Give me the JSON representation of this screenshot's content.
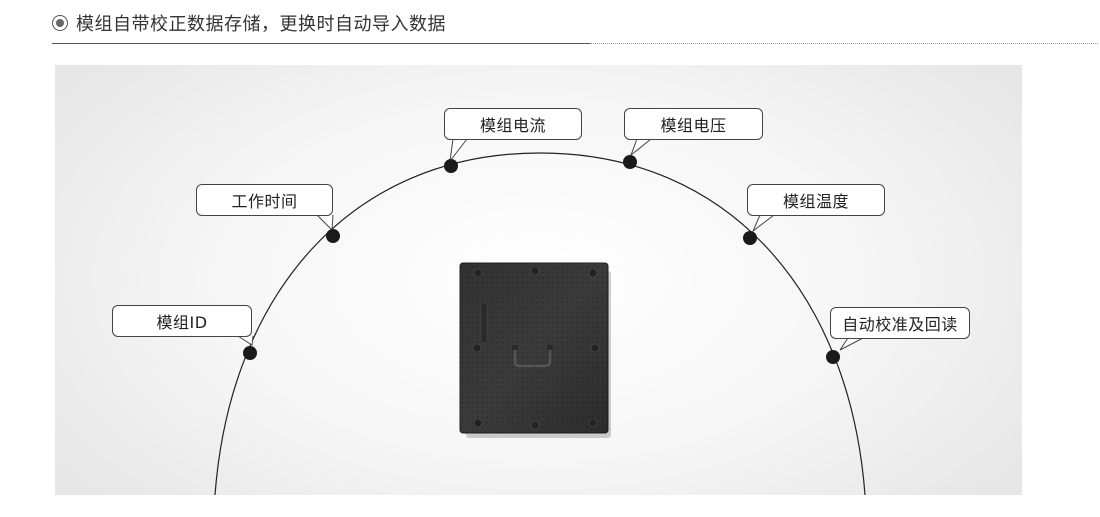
{
  "header": {
    "title": "模组自带校正数据存储，更换时自动导入数据"
  },
  "callouts": {
    "module_id": "模组ID",
    "work_time": "工作时间",
    "module_current": "模组电流",
    "module_voltage": "模组电压",
    "module_temperature": "模组温度",
    "auto_calibration": "自动校准及回读"
  },
  "colors": {
    "arc": "#222222",
    "dot": "#1a1a1a",
    "module": "#3a3a3a"
  }
}
